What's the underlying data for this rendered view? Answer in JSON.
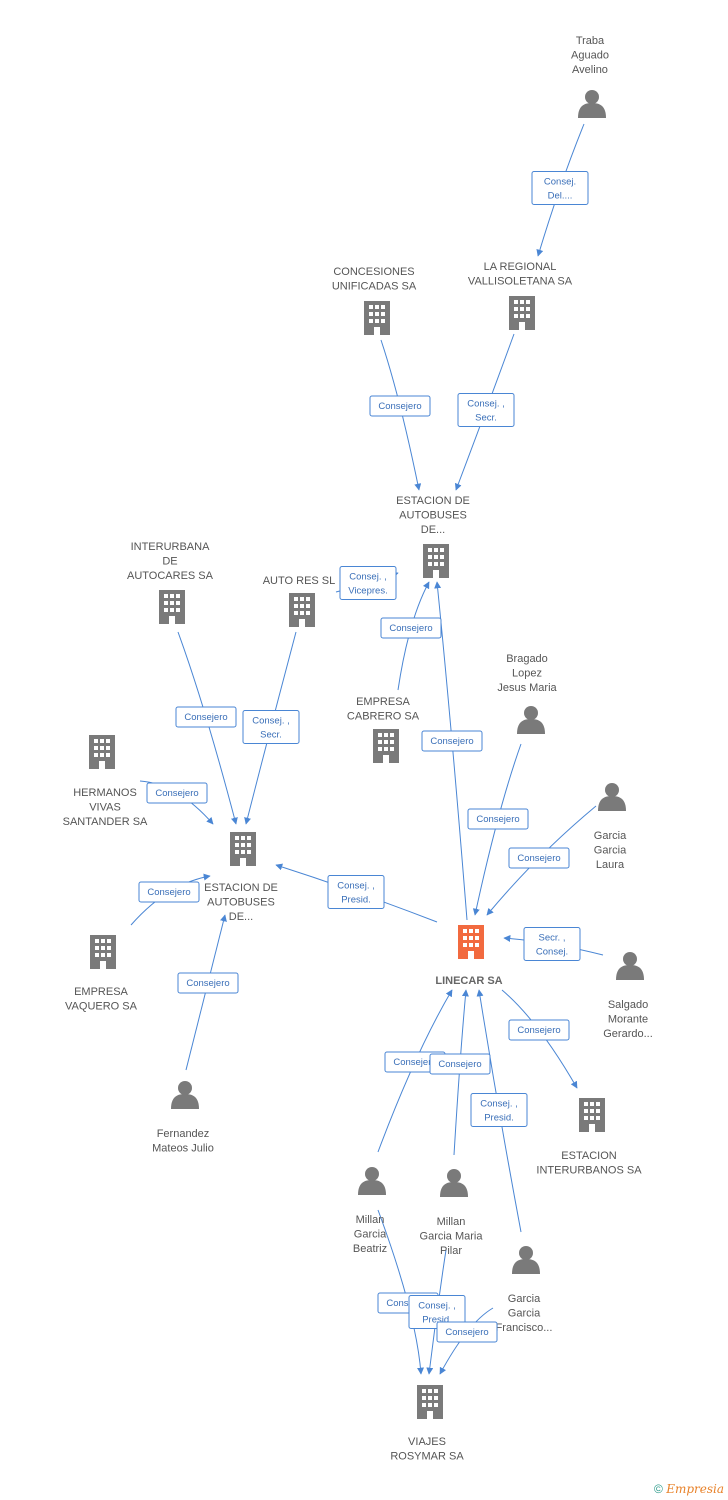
{
  "colors": {
    "edge": "#4a86d4",
    "node": "#7a7a7a",
    "main_node": "#f26a3f"
  },
  "nodes": [
    {
      "id": "traba",
      "type": "person",
      "lines": [
        "Traba",
        "Aguado",
        "Avelino"
      ]
    },
    {
      "id": "concesiones",
      "type": "company",
      "lines": [
        "CONCESIONES",
        "UNIFICADAS SA"
      ]
    },
    {
      "id": "regional",
      "type": "company",
      "lines": [
        "LA REGIONAL",
        "VALLISOLETANA SA"
      ]
    },
    {
      "id": "estacion1",
      "type": "company",
      "lines": [
        "ESTACION DE",
        "AUTOBUSES",
        "DE..."
      ]
    },
    {
      "id": "interurbana",
      "type": "company",
      "lines": [
        "INTERURBANA",
        "DE",
        "AUTOCARES SA"
      ]
    },
    {
      "id": "autores",
      "type": "company",
      "lines": [
        "AUTO RES SL"
      ]
    },
    {
      "id": "cabrero",
      "type": "company",
      "lines": [
        "EMPRESA",
        "CABRERO SA"
      ]
    },
    {
      "id": "bragado",
      "type": "person",
      "lines": [
        "Bragado",
        "Lopez",
        "Jesus Maria"
      ]
    },
    {
      "id": "hermanos",
      "type": "company",
      "lines": [
        "HERMANOS",
        "VIVAS",
        "SANTANDER SA"
      ]
    },
    {
      "id": "estacion2",
      "type": "company",
      "lines": [
        "ESTACION DE",
        "AUTOBUSES",
        "DE..."
      ]
    },
    {
      "id": "garcialaura",
      "type": "person",
      "lines": [
        "Garcia",
        "Garcia",
        "Laura"
      ]
    },
    {
      "id": "linecar",
      "type": "main",
      "lines": [
        "LINECAR SA"
      ]
    },
    {
      "id": "vaquero",
      "type": "company",
      "lines": [
        "EMPRESA",
        "VAQUERO SA"
      ]
    },
    {
      "id": "salgado",
      "type": "person",
      "lines": [
        "Salgado",
        "Morante",
        "Gerardo..."
      ]
    },
    {
      "id": "fernandez",
      "type": "person",
      "lines": [
        "Fernandez",
        "Mateos Julio"
      ]
    },
    {
      "id": "interurbanos",
      "type": "company",
      "lines": [
        "ESTACION",
        "INTERURBANOS SA"
      ]
    },
    {
      "id": "millanb",
      "type": "person",
      "lines": [
        "Millan",
        "Garcia",
        "Beatriz"
      ]
    },
    {
      "id": "millanp",
      "type": "person",
      "lines": [
        "Millan",
        "Garcia Maria",
        "Pilar"
      ]
    },
    {
      "id": "garciafr",
      "type": "person",
      "lines": [
        "Garcia",
        "Garcia",
        "Francisco..."
      ]
    },
    {
      "id": "viajes",
      "type": "company",
      "lines": [
        "VIAJES",
        "ROSYMAR SA"
      ]
    }
  ],
  "edges": [
    {
      "from": "traba",
      "to": "regional",
      "label": [
        "Consej.",
        "Del...."
      ]
    },
    {
      "from": "concesiones",
      "to": "estacion1",
      "label": [
        "Consejero"
      ]
    },
    {
      "from": "regional",
      "to": "estacion1",
      "label": [
        "Consej. ,",
        "Secr."
      ]
    },
    {
      "from": "autores",
      "to": "estacion1",
      "label": [
        "Consej. ,",
        "Vicepres."
      ]
    },
    {
      "from": "cabrero",
      "to": "estacion1",
      "label": [
        "Consejero"
      ]
    },
    {
      "from": "linecar",
      "to": "estacion1",
      "label": [
        "Consejero"
      ]
    },
    {
      "from": "interurbana",
      "to": "estacion2",
      "label": [
        "Consejero"
      ]
    },
    {
      "from": "autores",
      "to": "estacion2",
      "label": [
        "Consej. ,",
        "Secr."
      ]
    },
    {
      "from": "hermanos",
      "to": "estacion2",
      "label": [
        "Consejero"
      ]
    },
    {
      "from": "vaquero",
      "to": "estacion2",
      "label": [
        "Consejero"
      ]
    },
    {
      "from": "fernandez",
      "to": "estacion2",
      "label": [
        "Consejero"
      ]
    },
    {
      "from": "linecar",
      "to": "estacion2",
      "label": [
        "Consej. ,",
        "Presid."
      ]
    },
    {
      "from": "bragado",
      "to": "linecar",
      "label": [
        "Consejero"
      ]
    },
    {
      "from": "garcialaura",
      "to": "linecar",
      "label": [
        "Consejero"
      ]
    },
    {
      "from": "salgado",
      "to": "linecar",
      "label": [
        "Secr. ,",
        "Consej."
      ]
    },
    {
      "from": "linecar",
      "to": "interurbanos",
      "label": [
        "Consejero"
      ]
    },
    {
      "from": "millanb",
      "to": "linecar",
      "label": [
        "Consejero"
      ]
    },
    {
      "from": "millanp",
      "to": "linecar",
      "label": [
        "Consejero"
      ]
    },
    {
      "from": "garciafr",
      "to": "linecar",
      "label": [
        "Consej. ,",
        "Presid."
      ]
    },
    {
      "from": "millanb",
      "to": "viajes",
      "label": [
        "Consejero"
      ]
    },
    {
      "from": "millanp",
      "to": "viajes",
      "label": [
        "Consej. ,",
        "Presid."
      ]
    },
    {
      "from": "garciafr",
      "to": "viajes",
      "label": [
        "Consejero"
      ]
    }
  ],
  "footer": {
    "copyright": "©",
    "brand": "Empresia"
  }
}
